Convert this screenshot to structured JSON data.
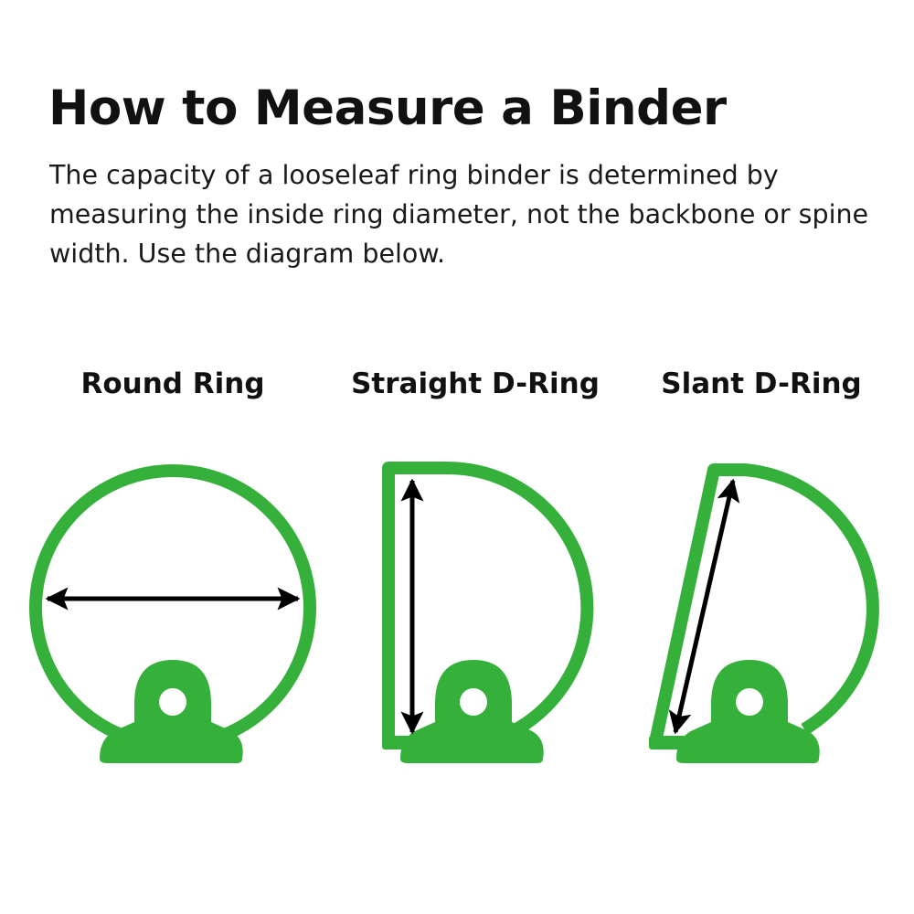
{
  "title": "How to Measure a Binder",
  "description": "The capacity of a looseleaf ring binder is determined by measuring the inside ring diameter, not the backbone or spine width. Use the diagram below.",
  "rings": [
    {
      "label": "Round Ring"
    },
    {
      "label": "Straight D-Ring"
    },
    {
      "label": "Slant D-Ring"
    }
  ],
  "colors": {
    "ring": "#35b03a",
    "arrow": "#000000"
  }
}
